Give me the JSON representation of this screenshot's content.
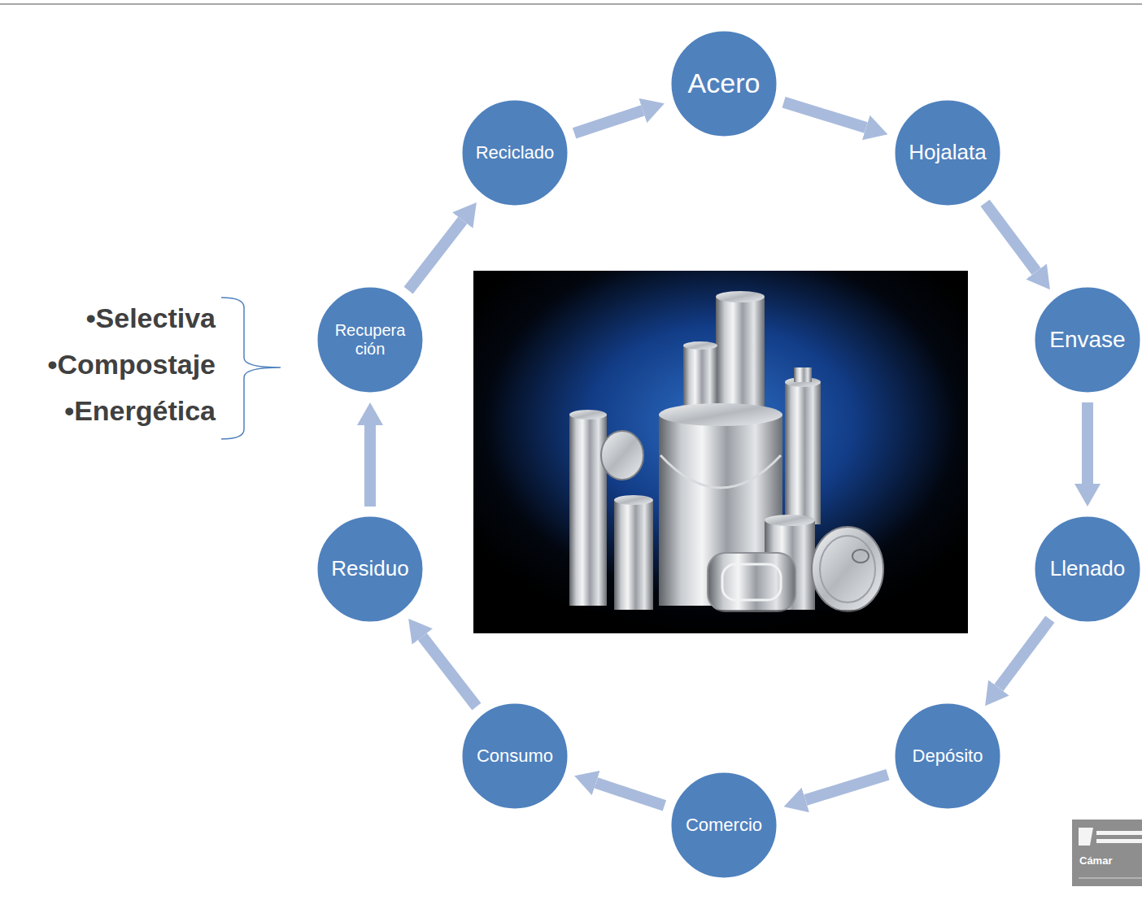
{
  "diagram": {
    "nodes": [
      {
        "text": [
          "Acero"
        ]
      },
      {
        "text": [
          "Hojalata"
        ]
      },
      {
        "text": [
          "Envase"
        ]
      },
      {
        "text": [
          "Llenado"
        ]
      },
      {
        "text": [
          "Depósito"
        ]
      },
      {
        "text": [
          "Comercio"
        ]
      },
      {
        "text": [
          "Consumo"
        ]
      },
      {
        "text": [
          "Residuo"
        ]
      },
      {
        "text": [
          "Recupera ción"
        ]
      },
      {
        "text": [
          "Reciclado"
        ]
      }
    ],
    "edges": [
      {
        "from": 0,
        "to": 1,
        "arrow": "to"
      },
      {
        "from": 1,
        "to": 2,
        "arrow": "to"
      },
      {
        "from": 2,
        "to": 3,
        "arrow": "to"
      },
      {
        "from": 3,
        "to": 4,
        "arrow": "to"
      },
      {
        "from": 4,
        "to": 5,
        "arrow": "to"
      },
      {
        "from": 5,
        "to": 6,
        "arrow": "to"
      },
      {
        "from": 6,
        "to": 7,
        "arrow": "to"
      },
      {
        "from": 7,
        "to": 8,
        "arrow": "to"
      },
      {
        "from": 8,
        "to": 9,
        "arrow": "to"
      },
      {
        "from": 9,
        "to": 0,
        "arrow": "to"
      }
    ],
    "labels": [
      "•Selectiva",
      "•Compostaje",
      "•Energética",
      "Cámar"
    ]
  }
}
